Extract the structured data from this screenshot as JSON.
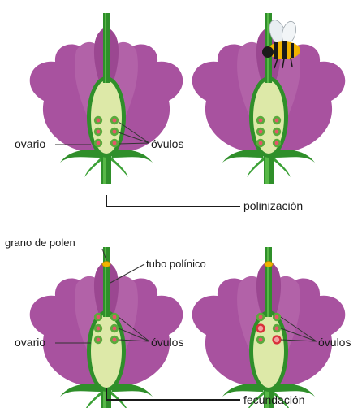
{
  "labels": {
    "ovario": "ovario",
    "ovulos": "óvulos",
    "polinizacion": "polinización",
    "grano_de_polen": "grano de polen",
    "tubo_polinico": "tubo polínico",
    "fecundacion": "fecundación"
  },
  "colors": {
    "petal": "#a8529f",
    "petal_light": "#c77dbd",
    "stem": "#2f8f2a",
    "stem_light": "#57b847",
    "ovary_fill": "#dde9a8",
    "ovule": "#5aaa3c",
    "ovule_core": "#e6556a",
    "fertilized": "#d9303a",
    "pollen": "#f0b400"
  }
}
